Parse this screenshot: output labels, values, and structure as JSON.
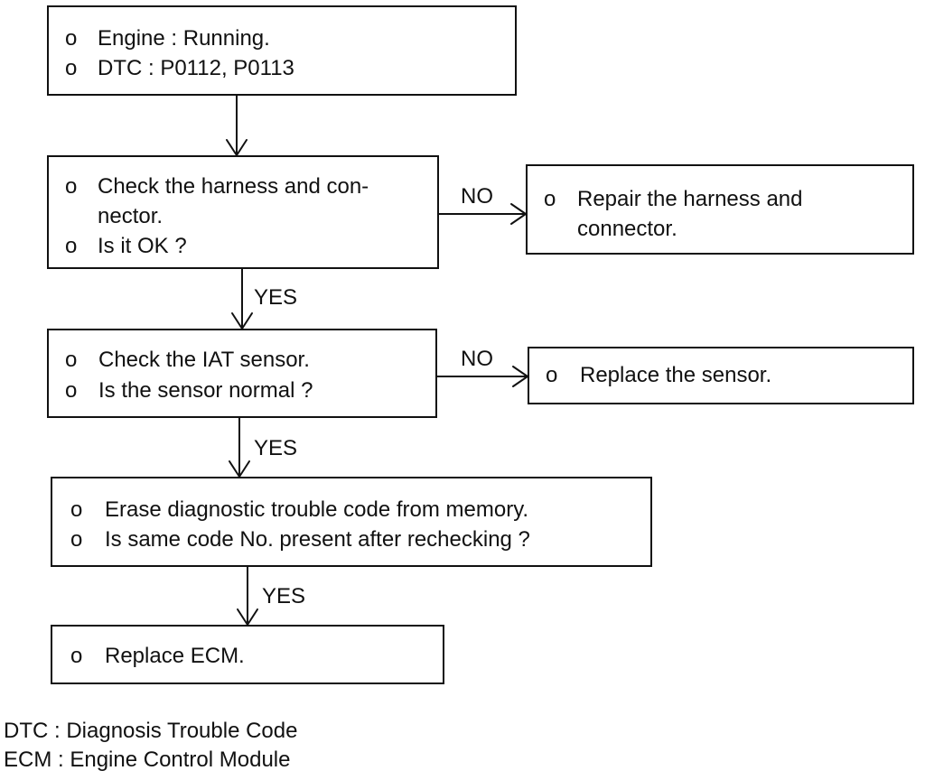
{
  "flowchart": {
    "bullet_glyph": "o",
    "start_box": {
      "items": [
        "Engine : Running.",
        "DTC : P0112, P0113"
      ]
    },
    "harness_check_box": {
      "items": [
        "Check the harness and con-",
        "nector.",
        "Is it OK ?"
      ]
    },
    "harness_repair_box": {
      "items": [
        "Repair the harness and",
        "connector."
      ]
    },
    "iat_check_box": {
      "items": [
        "Check the IAT sensor.",
        "Is the sensor normal ?"
      ]
    },
    "sensor_replace_box": {
      "items": [
        "Replace the sensor."
      ]
    },
    "dtc_erase_box": {
      "items": [
        "Erase diagnostic trouble code from memory.",
        "Is same code No. present after rechecking ?"
      ]
    },
    "ecm_replace_box": {
      "items": [
        "Replace ECM."
      ]
    },
    "branch_labels": {
      "no_harness": "NO",
      "yes_harness": "YES",
      "no_iat": "NO",
      "yes_iat": "YES",
      "yes_code": "YES"
    }
  },
  "legend": {
    "dtc": "DTC : Diagnosis Trouble Code",
    "ecm": "ECM : Engine Control Module"
  }
}
